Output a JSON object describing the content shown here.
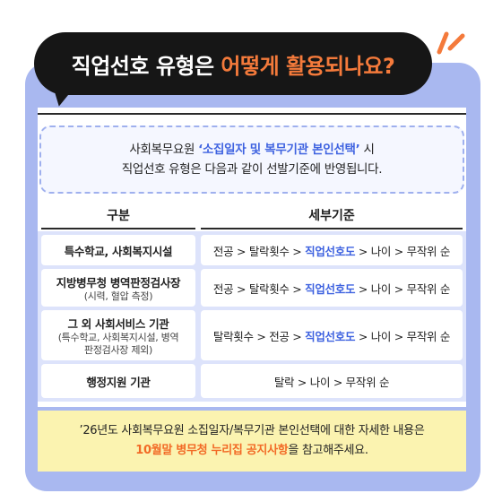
{
  "header": {
    "title_part1": "직업선호 유형은 ",
    "title_part2": "어떻게 활용되나요?"
  },
  "intro": {
    "line1_prefix": "사회복무요원 ",
    "line1_highlight": "‘소집일자 및 복무기관 본인선택’",
    "line1_suffix": " 시",
    "line2": "직업선호 유형은 다음과 같이 선발기준에 반영됩니다."
  },
  "table": {
    "headers": [
      "구분",
      "세부기준"
    ],
    "rows": [
      {
        "category": "특수학교, 사회복지시설",
        "category_sub": "",
        "criteria_before": "전공 > 탈락횟수 > ",
        "criteria_highlight": "직업선호도",
        "criteria_after": " > 나이 > 무작위 순"
      },
      {
        "category": "지방병무청 병역판정검사장",
        "category_sub": "(시력, 혈압 측정)",
        "criteria_before": "전공 > 탈락횟수 > ",
        "criteria_highlight": "직업선호도",
        "criteria_after": " > 나이 > 무작위 순"
      },
      {
        "category": "그 외 사회서비스 기관",
        "category_sub": "(특수학교, 사회복지시설, 병역판정검사장 제외)",
        "criteria_before": "탈락횟수 > 전공 > ",
        "criteria_highlight": "직업선호도",
        "criteria_after": " > 나이 > 무작위 순"
      },
      {
        "category": "행정지원 기관",
        "category_sub": "",
        "criteria_before": "탈락 > 나이 > 무작위 순",
        "criteria_highlight": "",
        "criteria_after": ""
      }
    ]
  },
  "note": {
    "line1": "’26년도 사회복무요원 소집일자/복무기관 본인선택에 대한 자세한 내용은",
    "line2_highlight": "10월말 병무청 누리집 공지사항",
    "line2_suffix": "을 참고해주세요."
  },
  "colors": {
    "accent_orange": "#f47a3b",
    "accent_blue": "#3f63e0",
    "card_blue": "#a9b8f0",
    "note_yellow": "#fbf3b0"
  }
}
